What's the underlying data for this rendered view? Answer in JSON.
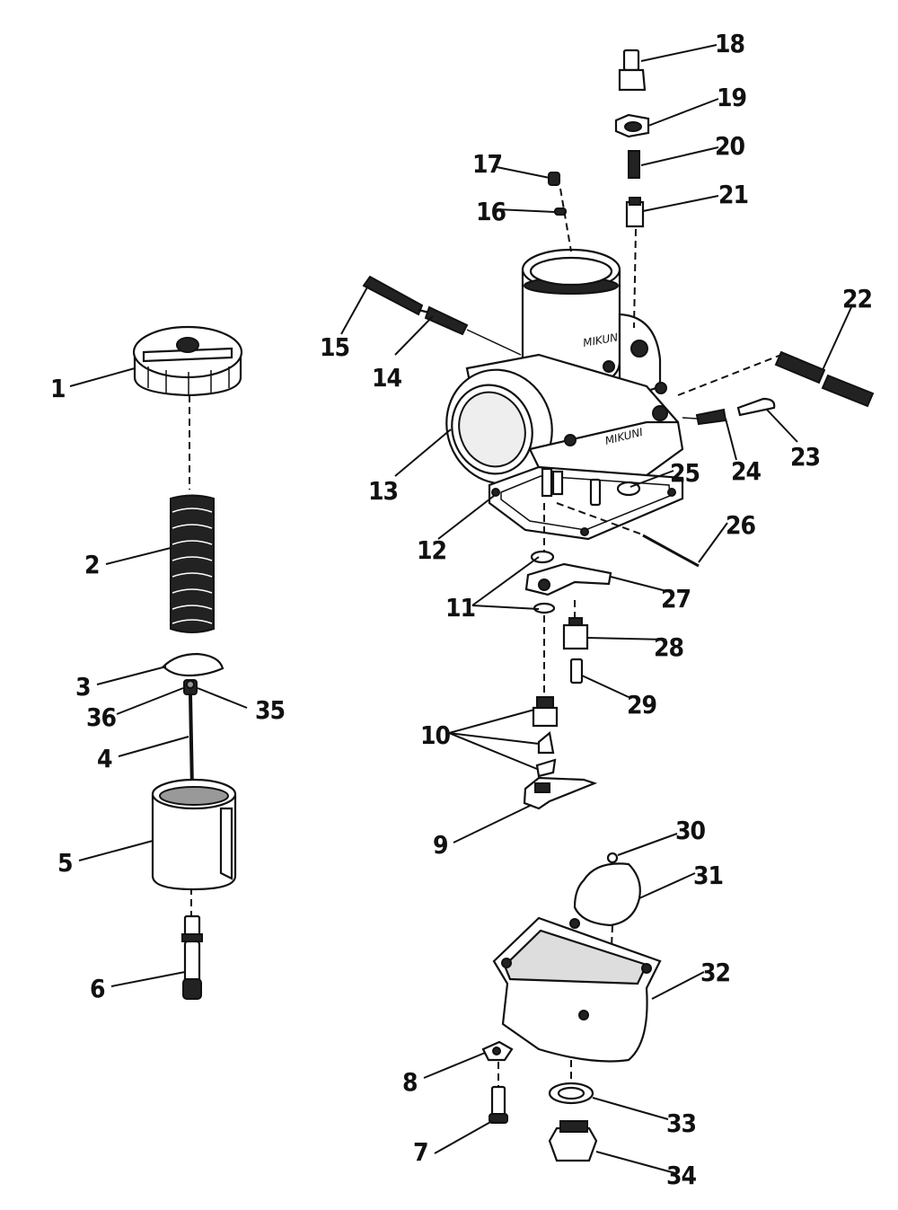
{
  "callouts": {
    "c1": "1",
    "c2": "2",
    "c3": "3",
    "c4": "4",
    "c5": "5",
    "c6": "6",
    "c7": "7",
    "c8": "8",
    "c9": "9",
    "c10": "10",
    "c11": "11",
    "c12": "12",
    "c13": "13",
    "c14": "14",
    "c15": "15",
    "c16": "16",
    "c17": "17",
    "c18": "18",
    "c19": "19",
    "c20": "20",
    "c21": "21",
    "c22": "22",
    "c23": "23",
    "c24": "24",
    "c25": "25",
    "c26": "26",
    "c27": "27",
    "c28": "28",
    "c29": "29",
    "c30": "30",
    "c31": "31",
    "c32": "32",
    "c33": "33",
    "c34": "34",
    "c35": "35",
    "c36": "36"
  },
  "casting_marks": {
    "body_top": "MIKUNI",
    "body_side": "MIKUNI"
  }
}
